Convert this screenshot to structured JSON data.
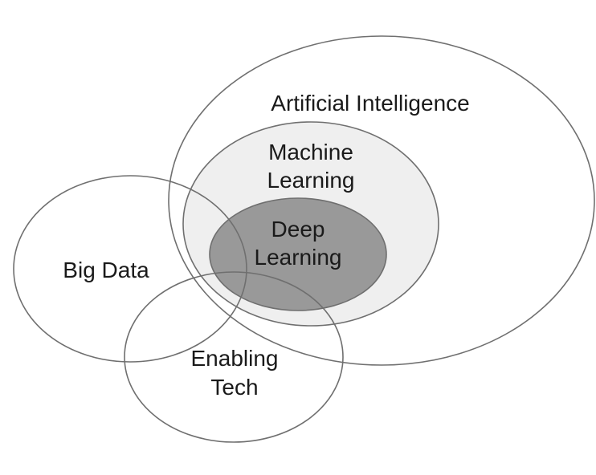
{
  "diagram": {
    "sets": {
      "ai": {
        "label": "Artificial Intelligence",
        "fill": "#ffffff"
      },
      "ml": {
        "label_line1": "Machine",
        "label_line2": "Learning",
        "fill": "#efefef"
      },
      "dl": {
        "label_line1": "Deep",
        "label_line2": "Learning",
        "fill": "#999999"
      },
      "bigdata": {
        "label": "Big Data"
      },
      "enabling": {
        "label_line1": "Enabling",
        "label_line2": "Tech"
      }
    },
    "colors": {
      "outline": "#6f6f6f",
      "text": "#1a1a1a",
      "background": "#ffffff"
    }
  }
}
